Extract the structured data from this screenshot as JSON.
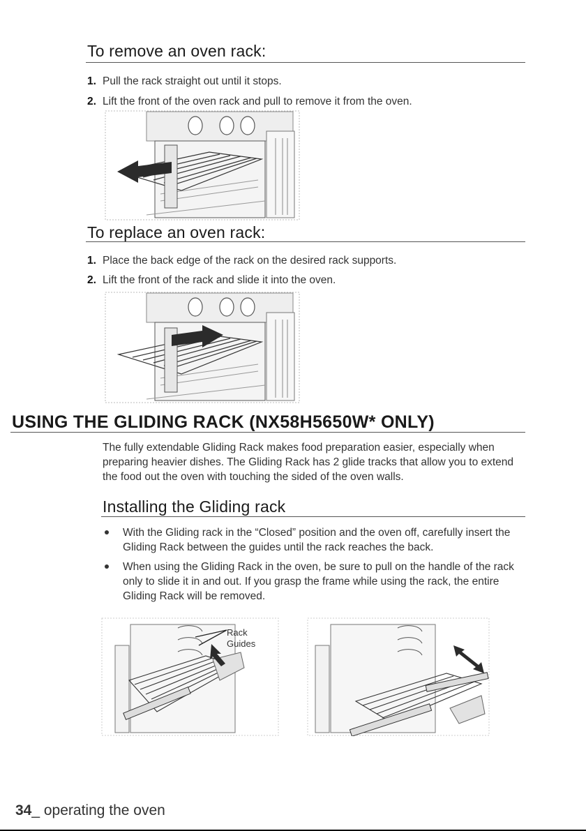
{
  "remove": {
    "heading": "To remove an oven rack:",
    "steps": [
      {
        "num": "1.",
        "text": "Pull the rack straight out until it stops."
      },
      {
        "num": "2.",
        "text": "Lift the front of the oven rack and pull to remove it from the oven."
      }
    ]
  },
  "replace": {
    "heading": "To replace an oven rack:",
    "steps": [
      {
        "num": "1.",
        "text": "Place the back edge of the rack on the desired rack supports."
      },
      {
        "num": "2.",
        "text": "Lift the front of the rack and slide it into the oven."
      }
    ]
  },
  "gliding": {
    "heading": "USING THE GLIDING RACK (NX58H5650W* ONLY)",
    "paragraph": "The fully extendable Gliding Rack makes food preparation easier, especially when preparing heavier dishes. The Gliding Rack has 2 glide tracks that allow you to extend the food out the oven with touching the sided of the oven walls."
  },
  "installing": {
    "heading": "Installing the Gliding rack",
    "bullets": [
      "With the Gliding rack in the “Closed” position and the oven off, carefully insert the Gliding Rack between the guides until the rack reaches the back.",
      "When using the Gliding Rack in the oven, be sure to pull on the handle of the rack only to slide it in and out. If you grasp the frame while using the rack, the entire Gliding Rack will be removed."
    ]
  },
  "figures": {
    "callout_line1": "Rack",
    "callout_line2": "Guides"
  },
  "footer": {
    "page_number": "34",
    "section": "_ operating the oven"
  }
}
